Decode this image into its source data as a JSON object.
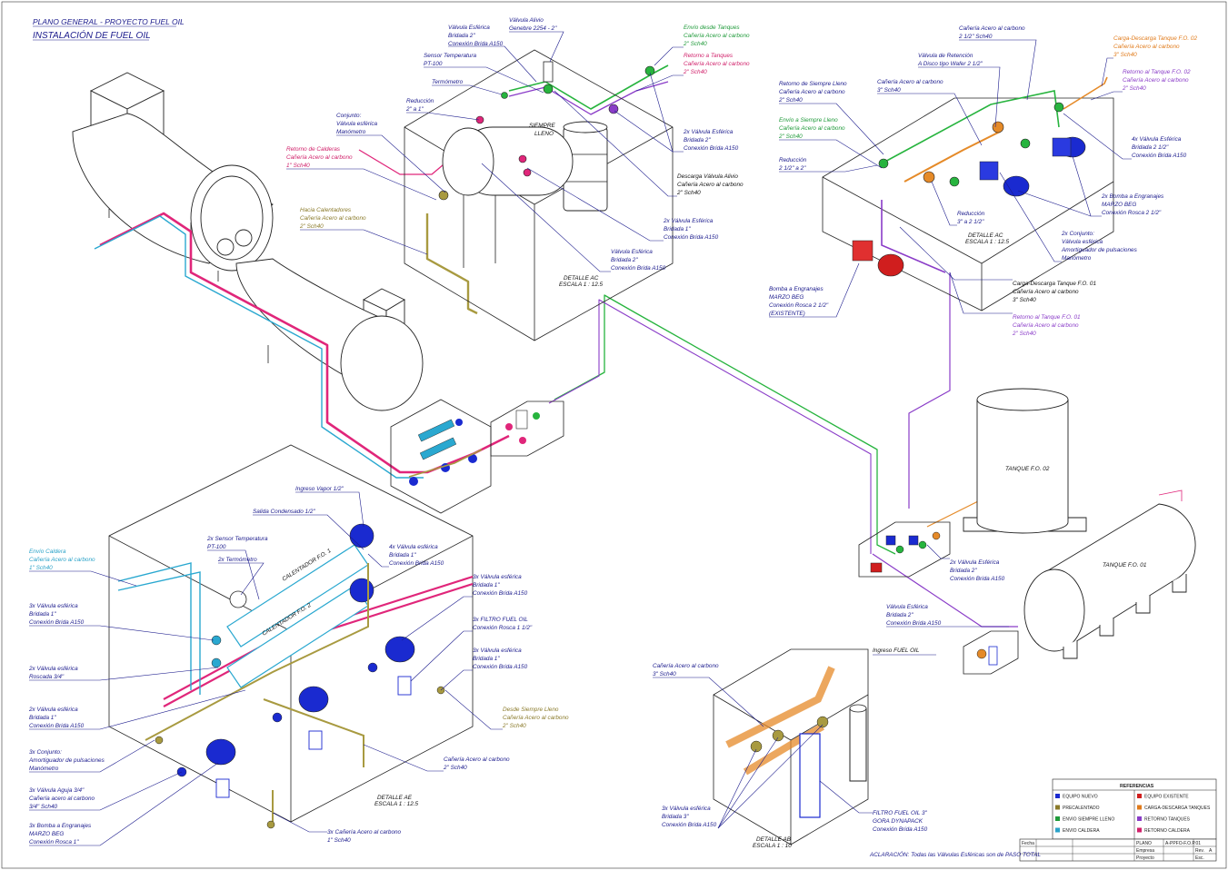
{
  "title": {
    "line1": "PLANO GENERAL - PROYECTO FUEL OIL",
    "line2": "INSTALACIÓN DE FUEL OIL"
  },
  "labels": {
    "valvula_esferica_top": [
      "Válvula Esférica",
      "Bridada 2\"",
      "Conexión Brida A150"
    ],
    "valvula_alivio": [
      "Válvula Alivio",
      "Genebre 2254 - 2\""
    ],
    "sensor_temp": [
      "Sensor Temperatura",
      "PT-100"
    ],
    "termometro": "Termómetro",
    "reduccion_top": [
      "Reducción",
      "2\" a 1\""
    ],
    "conjunto_top": [
      "Conjunto:",
      "Válvula esférica",
      "Manómetro"
    ],
    "retorno_calderas": [
      "Retorno de Calderas",
      "Cañería Acero al carbono",
      "1\" Sch40"
    ],
    "hacia_calentadores": [
      "Hacia Calentadores",
      "Cañería Acero al carbono",
      "2\" Sch40"
    ],
    "siempre_lleno": [
      "SIEMPRE",
      "LLENO"
    ],
    "envio_desde_tanques": [
      "Envío desde Tanques",
      "Cañería Acero al carbono",
      "2\" Sch40"
    ],
    "retorno_a_tanques": [
      "Retorno a Tanques",
      "Cañería Acero al carbono",
      "2\" Sch40"
    ],
    "x2_valvula_br2": [
      "2x Válvula Esférica",
      "Bridada 2\"",
      "Conexión Brida A150"
    ],
    "descarga_valvula_alivio": [
      "Descarga Válvula Alivio",
      "Cañería Acero al carbono",
      "2\" Sch40"
    ],
    "x2_valvula_br1": [
      "2x Válvula Esférica",
      "Bridada 1\"",
      "Conexión Brida A150"
    ],
    "valvula_esferica_mid": [
      "Válvula Esférica",
      "Bridada 2\"",
      "Conexión Brida A150"
    ],
    "detalle_ac_1": [
      "DETALLE AC",
      "ESCALA 1 : 12.5"
    ],
    "canieria_2_1_2": [
      "Cañería Acero al carbono",
      "2 1/2\" Sch40"
    ],
    "valvula_retencion": [
      "Válvula de Retención",
      "A Disco tipo Wafer 2 1/2\""
    ],
    "canieria_3": [
      "Cañería Acero al carbono",
      "3\" Sch40"
    ],
    "retorno_siempre_lleno": [
      "Retorno de Siempre Lleno",
      "Cañería Acero al carbono",
      "2\" Sch40"
    ],
    "envio_siempre_lleno": [
      "Envío a Siempre Lleno",
      "Cañería Acero al carbono",
      "2\" Sch40"
    ],
    "reduccion_2_1_2": [
      "Reducción",
      "2 1/2\" a 2\""
    ],
    "carga_descarga_02": [
      "Carga-Descarga Tanque F.O. 02",
      "Cañería Acero al carbono",
      "3\" Sch40"
    ],
    "retorno_tanque_02": [
      "Retorno al Tanque F.O. 02",
      "Cañería Acero al carbono",
      "2\" Sch40"
    ],
    "x4_valvula_2_1_2": [
      "4x Válvula Esférica",
      "Bridada 2 1/2\"",
      "Conexión Brida A150"
    ],
    "x2_bomba_beg": [
      "2x Bomba a Engranajes",
      "MARZO BEG",
      "Conexión Rosca 2 1/2\""
    ],
    "x2_conjunto": [
      "2x Conjunto:",
      "Válvula esférica",
      "Amortiguador de pulsaciones",
      "Manómetro"
    ],
    "reduccion_3": [
      "Reducción",
      "3\" a 2 1/2\""
    ],
    "detalle_ac_2": [
      "DETALLE AC",
      "ESCALA 1 : 12.5"
    ],
    "bomba_existente": [
      "Bomba a Engranajes",
      "MARZO BEG",
      "Conexión Rosca 2 1/2\"",
      "(EXISTENTE)"
    ],
    "carga_descarga_01": [
      "Carga-Descarga Tanque F.O. 01",
      "Cañería Acero al carbono",
      "3\" Sch40"
    ],
    "retorno_tanque_01": [
      "Retorno al Tanque F.O. 01",
      "Cañería Acero al carbono",
      "2\" Sch40"
    ],
    "tanque_02": "TANQUE F.O. 02",
    "tanque_01": "TANQUE F.O. 01",
    "x2_valvula_esf_2": [
      "2x Válvula Esférica",
      "Bridada 2\"",
      "Conexión Brida A150"
    ],
    "valvula_esf_2_low": [
      "Válvula Esférica",
      "Bridada 2\"",
      "Conexión Brida A150"
    ],
    "ingreso_fuel_oil": "Ingreso FUEL OIL",
    "ingreso_vapor": "Ingreso Vapor 1/2\"",
    "salida_condensado": "Salida Condensado 1/2\"",
    "x2_sensor": [
      "2x Sensor Temperatura",
      "PT-100"
    ],
    "x2_termometro": "2x Termómetro",
    "calentador_1": "CALENTADOR F.O. 1",
    "calentador_2": "CALENTADOR F.O. 2",
    "x4_valvula_1": [
      "4x Válvula esférica",
      "Bridada 1\"",
      "Conexión Brida A150"
    ],
    "envio_caldera": [
      "Envío Caldera",
      "Cañería Acero al carbono",
      "1\" Sch40"
    ],
    "x3_valvula_1": [
      "3x Válvula esférica",
      "Bridada 1\"",
      "Conexión Brida A150"
    ],
    "x3_valvula_1_right": [
      "3x Válvula esférica",
      "Bridada 1\"",
      "Conexión Brida A150"
    ],
    "x3_filtro": [
      "3x FILTRO FUEL OIL",
      "Conexión Rosca 1 1/2\""
    ],
    "x3_valvula_1_right2": [
      "3x Válvula esférica",
      "Bridada 1\"",
      "Conexión Brida A150"
    ],
    "x2_valvula_roscada": [
      "2x Válvula esférica",
      "Roscada 3/4\""
    ],
    "x2_valvula_br1_left": [
      "2x Válvula esférica",
      "Bridada 1\"",
      "Conexión Brida A150"
    ],
    "desde_siempre_lleno": [
      "Desde Siempre Lleno",
      "Cañería Acero al carbono",
      "2\" Sch40"
    ],
    "x3_conjunto": [
      "3x Conjunto:",
      "Amortiguador de pulsaciones",
      "Manómetro"
    ],
    "canieria_2_low": [
      "Cañería Acero al carbono",
      "2\" Sch40"
    ],
    "x3_valvula_aguja": [
      "3x Válvula Aguja 3/4\"",
      "Cañería acero al carbono",
      "3/4\" Sch40"
    ],
    "detalle_ae": [
      "DETALLE AE",
      "ESCALA 1 : 12.5"
    ],
    "x3_bomba_beg": [
      "3x Bomba a Engranajes",
      "MARZO BEG",
      "Conexión Rosca 1\""
    ],
    "x3_canieria_1": [
      "3x Cañería Acero al carbono",
      "1\" Sch40"
    ],
    "canieria_3_ab": [
      "Cañería Acero al carbono",
      "3\" Sch40"
    ],
    "x3_valvula_br3": [
      "3x Válvula esférica",
      "Bridada 3\"",
      "Conexión Brida A150"
    ],
    "filtro_3": [
      "FILTRO FUEL OIL 3\"",
      "GORA DYNAPACK",
      "Conexión Brida A150"
    ],
    "detalle_ab": [
      "DETALLE AB",
      "ESCALA 1 : 10"
    ],
    "aclaracion": "ACLARACIÓN: Todas las Válvulas Esféricas son de PASO TOTAL"
  },
  "legend": {
    "header": "REFERENCIAS",
    "items": [
      {
        "label": "EQUIPO NUEVO",
        "color": "#1a2ad0"
      },
      {
        "label": "EQUIPO EXISTENTE",
        "color": "#d01e1e"
      },
      {
        "label": "PRECALENTADO",
        "color": "#8a7a2a"
      },
      {
        "label": "CARGA-DESCARGA TANQUES",
        "color": "#e07a1a"
      },
      {
        "label": "ENVIO SIEMPRE LLENO",
        "color": "#1f9a3a"
      },
      {
        "label": "RETORNO TANQUES",
        "color": "#8a3cc8"
      },
      {
        "label": "ENVIO CALDERA",
        "color": "#2aa2c8"
      },
      {
        "label": "RETORNO CALDERA",
        "color": "#d0206a"
      }
    ]
  },
  "titleblock": {
    "fecha": "Fecha",
    "empresa": "Empresa",
    "proyecto": "Proyecto",
    "plano": "PLANO",
    "plano_value": "A-PPFO-F.O.P.01",
    "rev": "Rev.",
    "rev_value": "A",
    "esc": "Esc."
  },
  "colors": {
    "pink": "#e0267a",
    "cyan": "#2aa8d0",
    "green": "#27b43e",
    "purple": "#8a3cc8",
    "orange": "#e58a28",
    "olive": "#a89a40",
    "blue": "#1a2ad0",
    "red": "#d01e1e"
  }
}
